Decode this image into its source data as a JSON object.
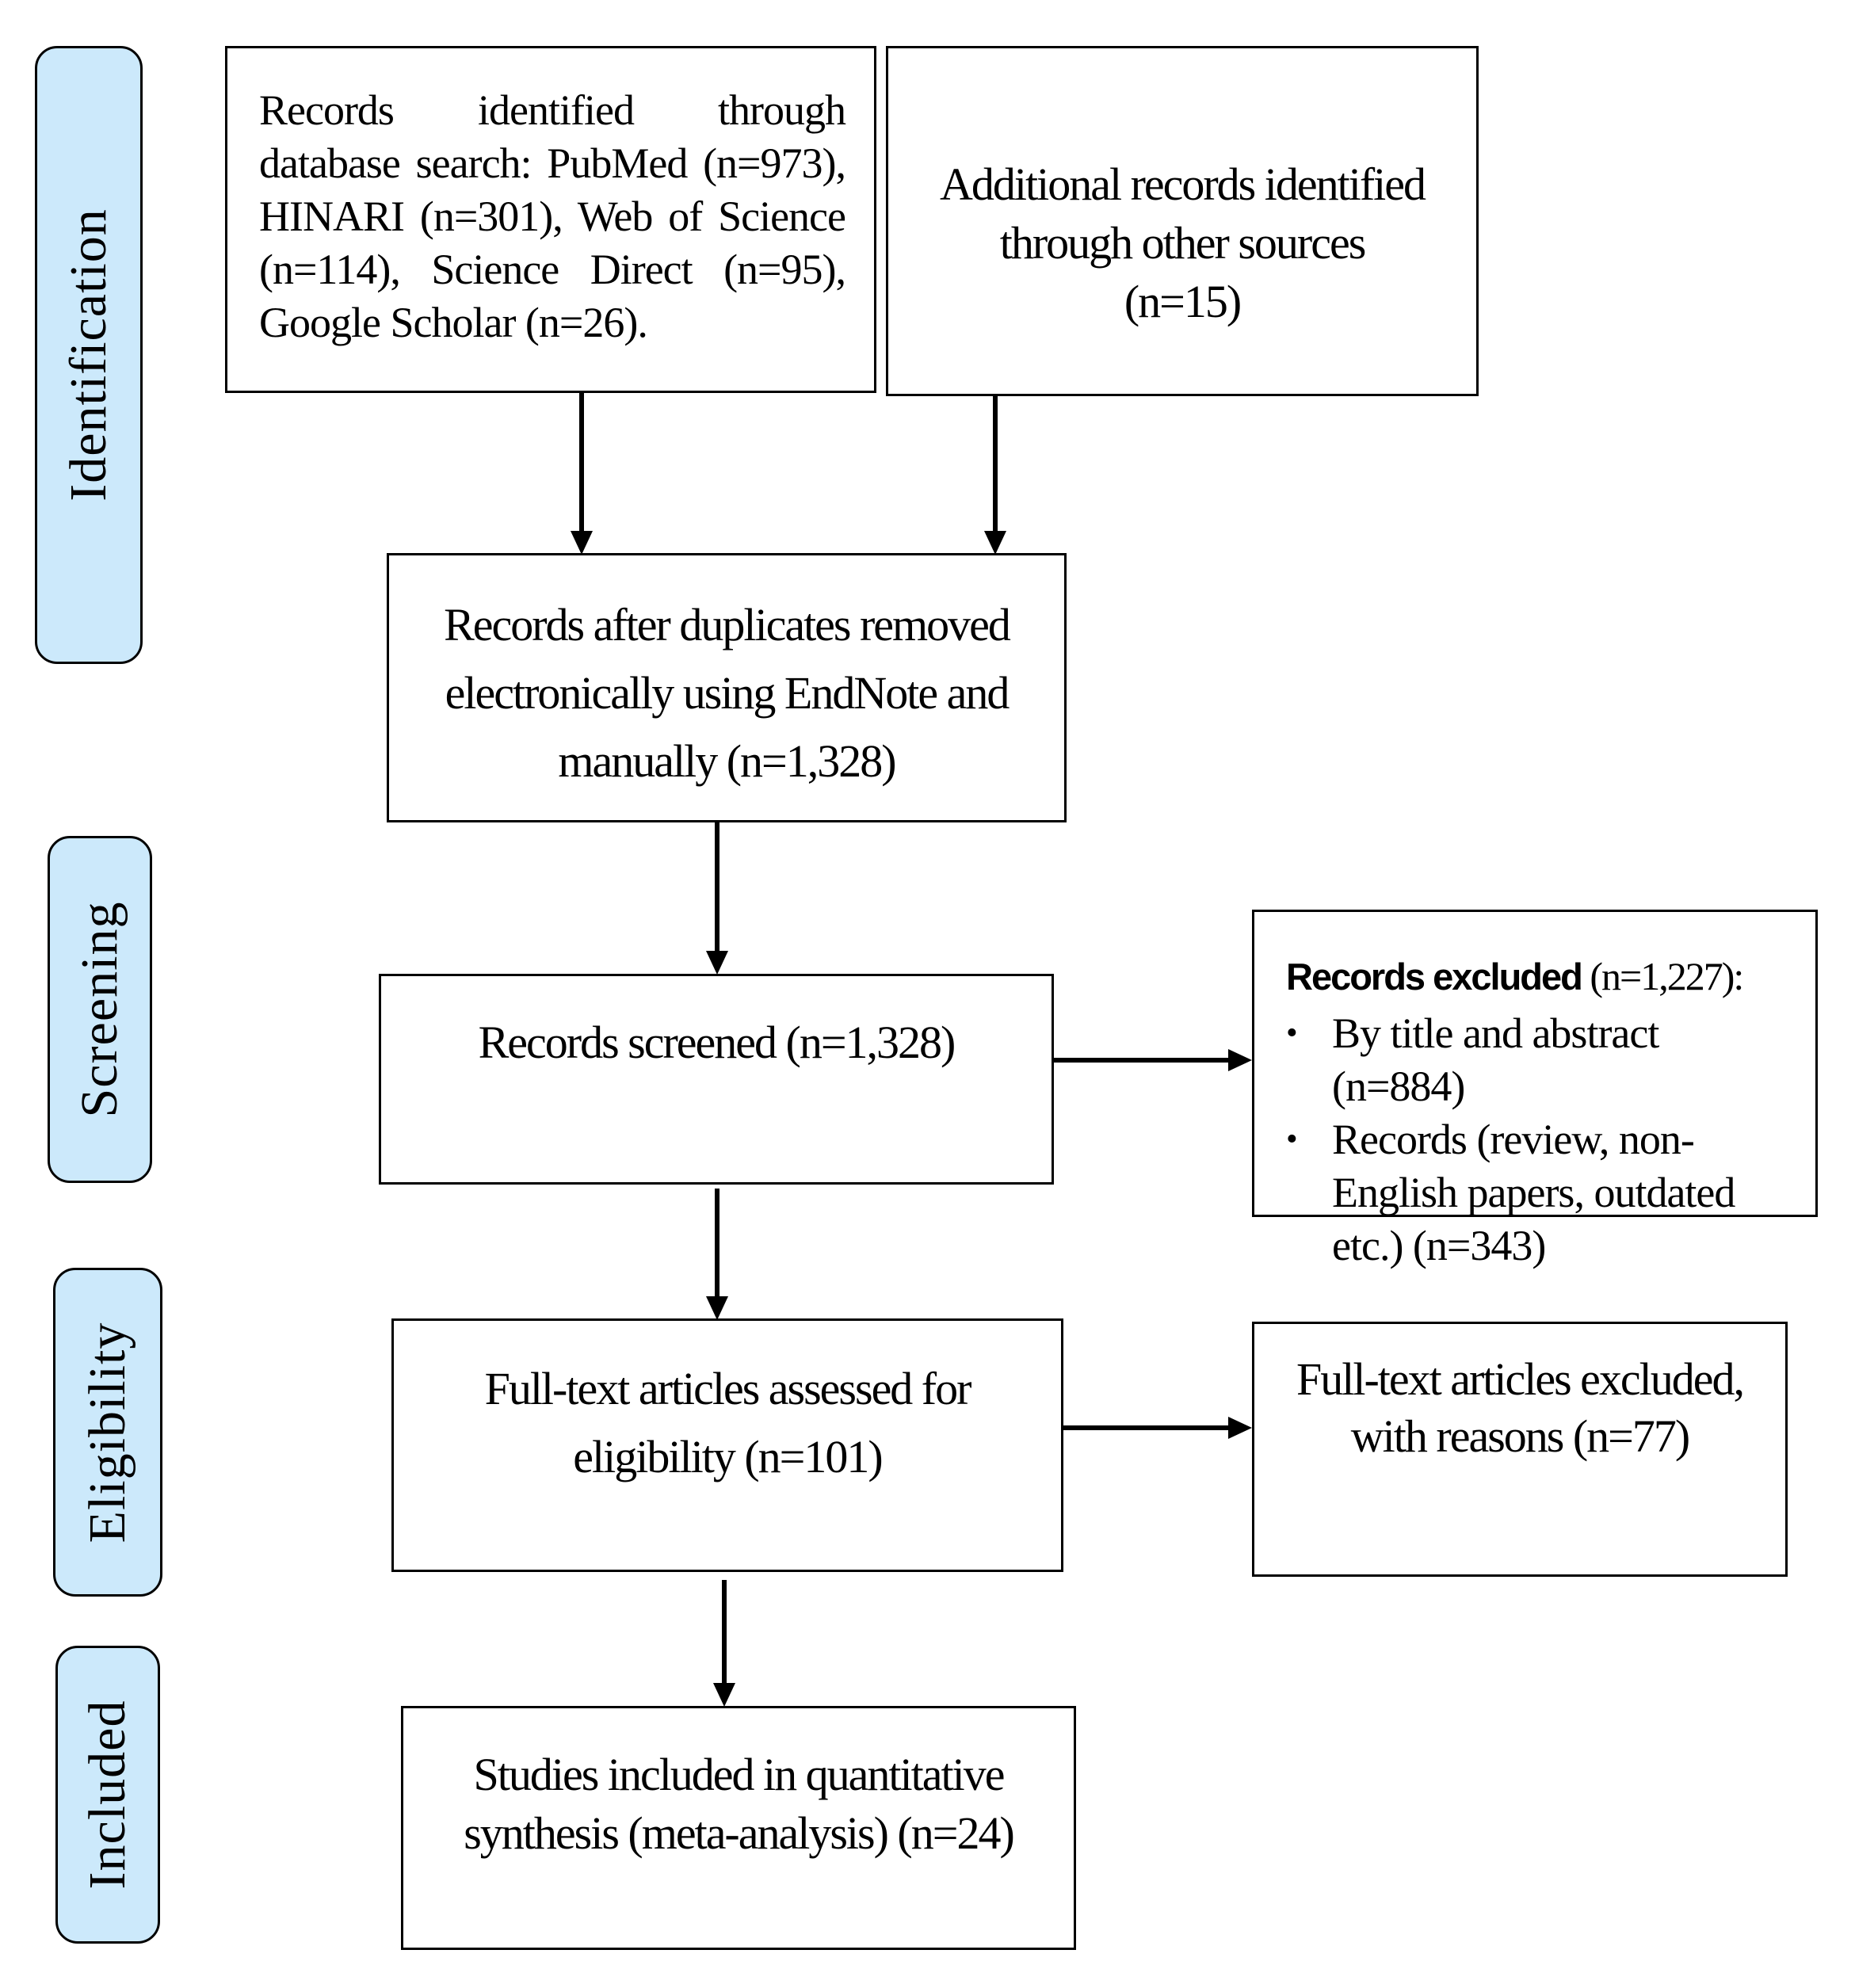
{
  "stages": {
    "identification": "Identification",
    "screening": "Screening",
    "eligibility": "Eligibility",
    "included": "Included"
  },
  "boxes": {
    "database_search": "Records identified through database search: PubMed (n=973), HINARI (n=301), Web of Science (n=114), Science Direct (n=95), Google Scholar (n=26).",
    "other_sources": {
      "line1": "Additional records identified",
      "line2": "through other sources",
      "line3": "(n=15)"
    },
    "duplicates_removed": {
      "line1": "Records after duplicates removed",
      "line2": "electronically using EndNote and",
      "line3": "manually (n=1,328)"
    },
    "screened": "Records screened (n=1,328)",
    "excluded": {
      "title_bold": "Records excluded",
      "title_rest": " (n=1,227):",
      "items": [
        "By title and abstract (n=884)",
        "Records (review, non-English papers, outdated etc.) (n=343)"
      ]
    },
    "fulltext_assessed": {
      "line1": "Full-text articles assessed for",
      "line2": "eligibility (n=101)"
    },
    "fulltext_excluded": {
      "line1": "Full-text articles excluded,",
      "line2": "with reasons (n=77)"
    },
    "included_studies": {
      "line1": "Studies included in quantitative",
      "line2": "synthesis (meta-analysis) (n=24)"
    }
  },
  "colors": {
    "stage_fill": "#cce9fb",
    "line": "#000000"
  }
}
